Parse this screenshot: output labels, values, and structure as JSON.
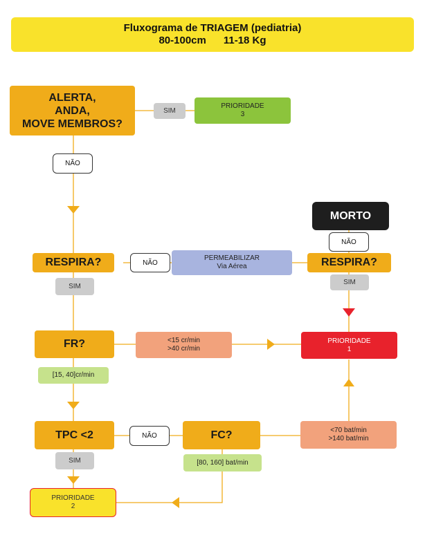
{
  "title": {
    "line1": "Fluxograma de TRIAGEM (pediatria)",
    "line2": "80-100cm      11-18 Kg"
  },
  "nodes": {
    "alerta": "ALERTA,\nANDA,\nMOVE MEMBROS?",
    "sim_alerta": "SIM",
    "prioridade3": "PRIORIDADE\n3",
    "nao_alerta": "NÃO",
    "respira_left": "RESPIRA?",
    "nao_respira_left": "NÃO",
    "permeabilizar": "PERMEABILIZAR\nVia Aérea",
    "respira_right": "RESPIRA?",
    "morto": "MORTO",
    "nao_respira_right": "NÃO",
    "sim_respira_left": "SIM",
    "sim_respira_right": "SIM",
    "fr": "FR?",
    "fr_abnormal": "<15 cr/min\n>40 cr/min",
    "prioridade1": "PRIORIDADE\n1",
    "fr_normal": "[15, 40]cr/min",
    "tpc": "TPC <2",
    "nao_tpc": "NÃO",
    "fc": "FC?",
    "fc_abnormal": "<70 bat/min\n>140 bat/min",
    "sim_tpc": "SIM",
    "fc_normal": "[80, 160] bat/min",
    "prioridade2": "PRIORIDADE\n2"
  },
  "colors": {
    "question": "#f0ac1a",
    "connector": "#f0ac1a",
    "arrow_red": "#e8222c",
    "title_bg": "#f9e22b",
    "sim_bg": "#cccccc",
    "abnormal_bg": "#f2a27c",
    "normal_bg": "#c6e28c",
    "priority1": "#e8222c",
    "priority2": "#f9e22b",
    "priority3": "#8cc43c",
    "airway": "#a8b4df",
    "dead": "#1e1e1e"
  }
}
